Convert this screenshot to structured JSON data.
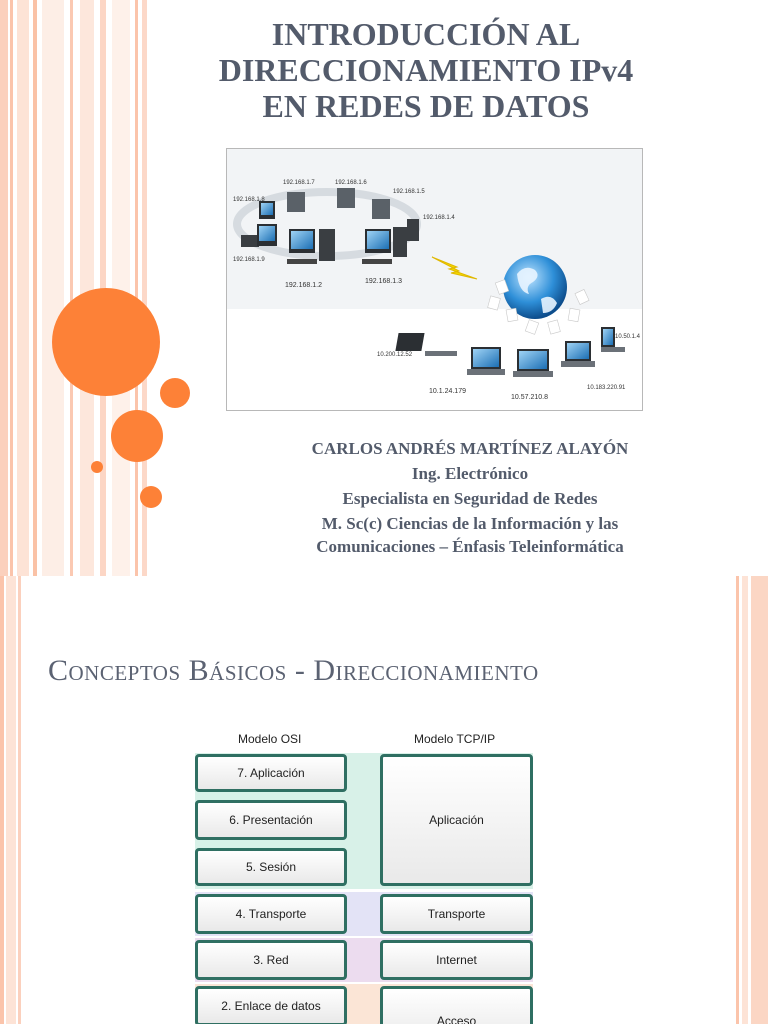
{
  "slide1": {
    "title_lines": [
      "INTRODUCCIÓN AL",
      "DIRECCIONAMIENTO IPv4",
      "EN REDES DE DATOS"
    ],
    "figure": {
      "lan_ips": [
        "192.168.1.8",
        "192.168.1.7",
        "192.168.1.6",
        "192.168.1.5",
        "192.168.1.4",
        "192.168.1.9",
        "192.168.1.2",
        "192.168.1.3"
      ],
      "wan_ips": [
        "10.200.12.52",
        "10.1.24.179",
        "10.57.210.8",
        "10.183.220.91",
        "10.50.1.4"
      ]
    },
    "author": {
      "name": "CARLOS ANDRÉS MARTÍNEZ ALAYÓN",
      "degree": "Ing. Electrónico",
      "specialty": "Especialista en Seguridad de Redes",
      "msc_line1": "M. Sc(c) Ciencias de la Información y las",
      "msc_line2": "Comunicaciones – Énfasis Teleinformática"
    },
    "colors": {
      "accent_orange": "#fd8137",
      "title_gray": "#535b6b"
    }
  },
  "slide2": {
    "title": "Conceptos Básicos - Direccionamiento",
    "osi_header": "Modelo OSI",
    "tcpip_header": "Modelo TCP/IP",
    "osi_layers": [
      "7. Aplicación",
      "6. Presentación",
      "5. Sesión",
      "4. Transporte",
      "3. Red",
      "2. Enlace de datos"
    ],
    "tcpip_layers": [
      "Aplicación",
      "Transporte",
      "Internet",
      "Acceso"
    ],
    "colors": {
      "box_border": "#2f6f62",
      "band_app": "#d8f1e8",
      "band_transport": "#e3e3f6",
      "band_internet": "#ecdcef",
      "band_access": "#fbe5d6"
    }
  }
}
